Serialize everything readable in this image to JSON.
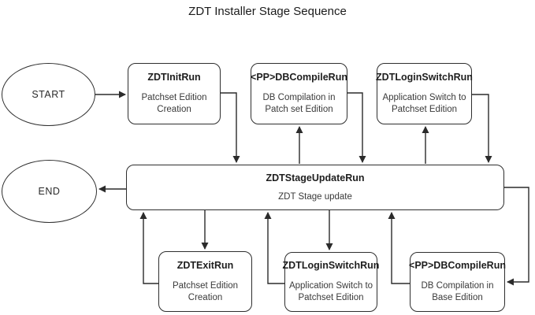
{
  "title": "ZDT Installer Stage Sequence",
  "nodes": {
    "start": {
      "label": "START"
    },
    "end": {
      "label": "END"
    },
    "init_run": {
      "title": "ZDTInitRun",
      "subtitle": "Patchset Edition Creation"
    },
    "db_compile_patch": {
      "title": "<PP>DBCompileRun",
      "subtitle": "DB Compilation in Patch set Edition"
    },
    "login_switch_top": {
      "title": "ZDTLoginSwitchRun",
      "subtitle": "Application Switch to Patchset Edition"
    },
    "stage_update": {
      "title": "ZDTStageUpdateRun",
      "subtitle": "ZDT Stage update"
    },
    "exit_run": {
      "title": "ZDTExitRun",
      "subtitle": "Patchset Edition Creation"
    },
    "login_switch_bottom": {
      "title": "ZDTLoginSwitchRun",
      "subtitle": "Application Switch to Patchset Edition"
    },
    "db_compile_base": {
      "title": "<PP>DBCompileRun",
      "subtitle": "DB Compilation in Base Edition"
    }
  },
  "colors": {
    "line": "#2b2b2b",
    "border": "#2e2e2e",
    "background": "#ffffff",
    "text": "#1e1e1e"
  }
}
